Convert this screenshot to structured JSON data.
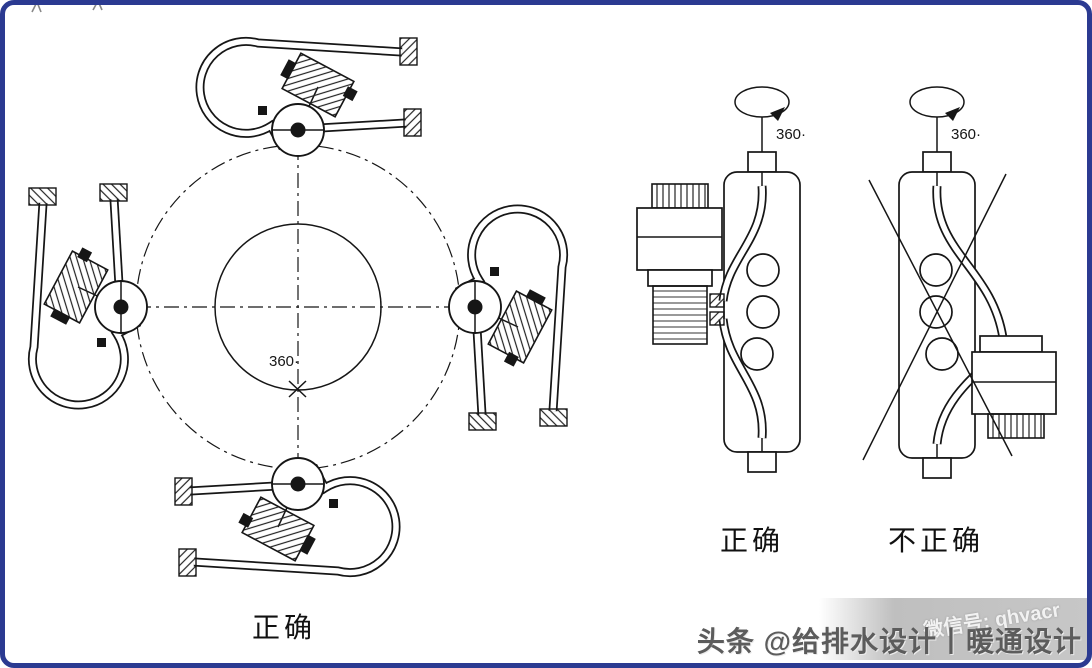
{
  "frame": {
    "background": "#ffffff",
    "border_color": "#2b3a91"
  },
  "plan_view": {
    "rotation_label": "360·",
    "caption": "正确"
  },
  "side_views": {
    "correct": {
      "rotation_label": "360·",
      "caption": "正确"
    },
    "incorrect": {
      "rotation_label": "360·",
      "caption": "不正确"
    }
  },
  "watermark": {
    "wechat_label": "微信号: qhvacr",
    "credit_label": "头条 @给排水设计丨暖通设计",
    "band_color": "#bfbfbf",
    "credit_color": "#5c5c5c"
  }
}
